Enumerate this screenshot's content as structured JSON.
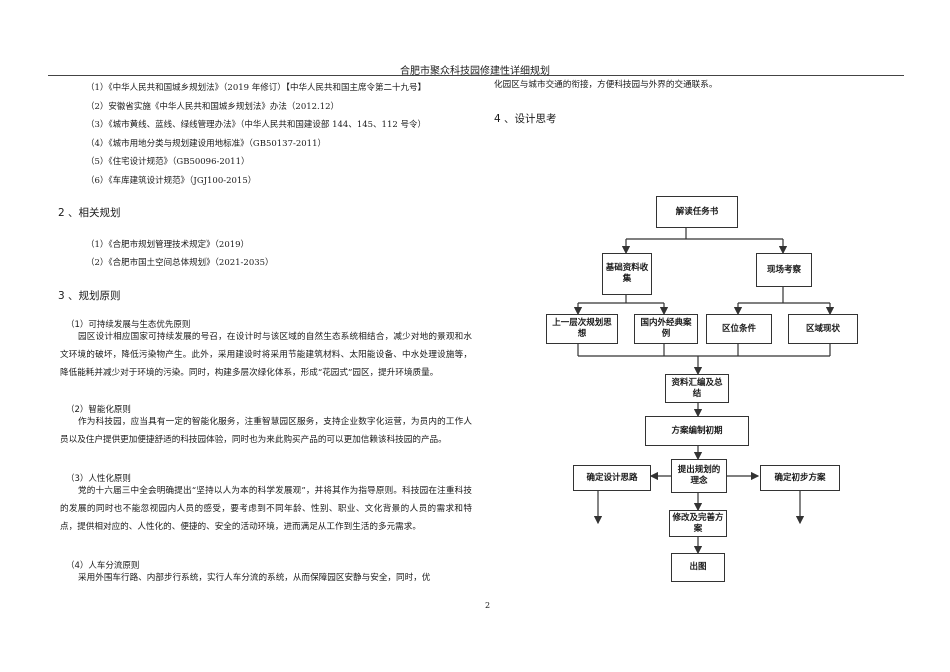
{
  "header": {
    "title": "合肥市聚众科技园修建性详细规划"
  },
  "references": [
    "（1）《中华人民共和国城乡规划法》（2019 年修订）【中华人民共和国主席令第二十九号】",
    "（2）安徽省实施《中华人民共和国城乡规划法》办法（2012.12）",
    "（3）《城市黄线、蓝线、绿线管理办法》（中华人民共和国建设部 144、145、112 号令）",
    "（4）《城市用地分类与规划建设用地标准》（GB50137-2011）",
    "（5）《住宅设计规范》（GB50096-2011）",
    "（6）《车库建筑设计规范》（JGJ100-2015）"
  ],
  "section2": {
    "title": "2 、相关规划",
    "items": [
      "（1）《合肥市规划管理技术规定》（2019）",
      "（2）《合肥市国土空间总体规划》（2021-2035）"
    ]
  },
  "section3": {
    "title": "3 、规划原则",
    "principles": [
      {
        "title": "（1）可持续发展与生态优先原则",
        "body": "园区设计相应国家可持续发展的号召，在设计时与该区域的自然生态系统相结合，减少对地的景观和水文环境的破坏，降低污染物产生。此外，采用建设时将采用节能建筑材料、太阳能设备、中水处理设施等，降低能耗并减少对于环境的污染。同时，构建多层次绿化体系，形成“花园式”园区，提升环境质量。"
      },
      {
        "title": "（2）智能化原则",
        "body": "作为科技园，应当具有一定的智能化服务，注重智慧园区服务，支持企业数字化运营，为员内的工作人员以及住户提供更加便捷舒适的科技园体验，同时也为来此购买产品的可以更加信赖该科技园的产品。"
      },
      {
        "title": "（3）人性化原则",
        "body": "党的十六届三中全会明确提出“坚持以人为本的科学发展观”，并将其作为指导原则。科技园在注重科技的发展的同时也不能忽视园内人员的感受，要考虑到不同年龄、性别、职业、文化背景的人员的需求和特点，提供相对应的、人性化的、便捷的、安全的活动环境，进而满足从工作到生活的多元需求。"
      },
      {
        "title": "（4）人车分流原则",
        "body": "采用外围车行路、内部步行系统，实行人车分流的系统，从而保障园区安静与安全，同时，优"
      }
    ]
  },
  "right_column": {
    "continuation": "化园区与城市交通的衔接，方便科技园与外界的交通联系。",
    "section4_title": "4 、设计思考"
  },
  "flowchart": {
    "read_task": "解读任务书",
    "basic_data": "基础资料收集",
    "site_survey": "现场考察",
    "upper_plan": "上一层次规划思想",
    "cases": "国内外经典案例",
    "location": "区位条件",
    "status": "区域现状",
    "compile": "资料汇编及总结",
    "draft": "方案编制初期",
    "concept": "提出规划的理念",
    "design_idea": "确定设计思路",
    "prelim": "确定初步方案",
    "refine": "修改及完善方案",
    "output": "出图"
  },
  "page_number": "2"
}
